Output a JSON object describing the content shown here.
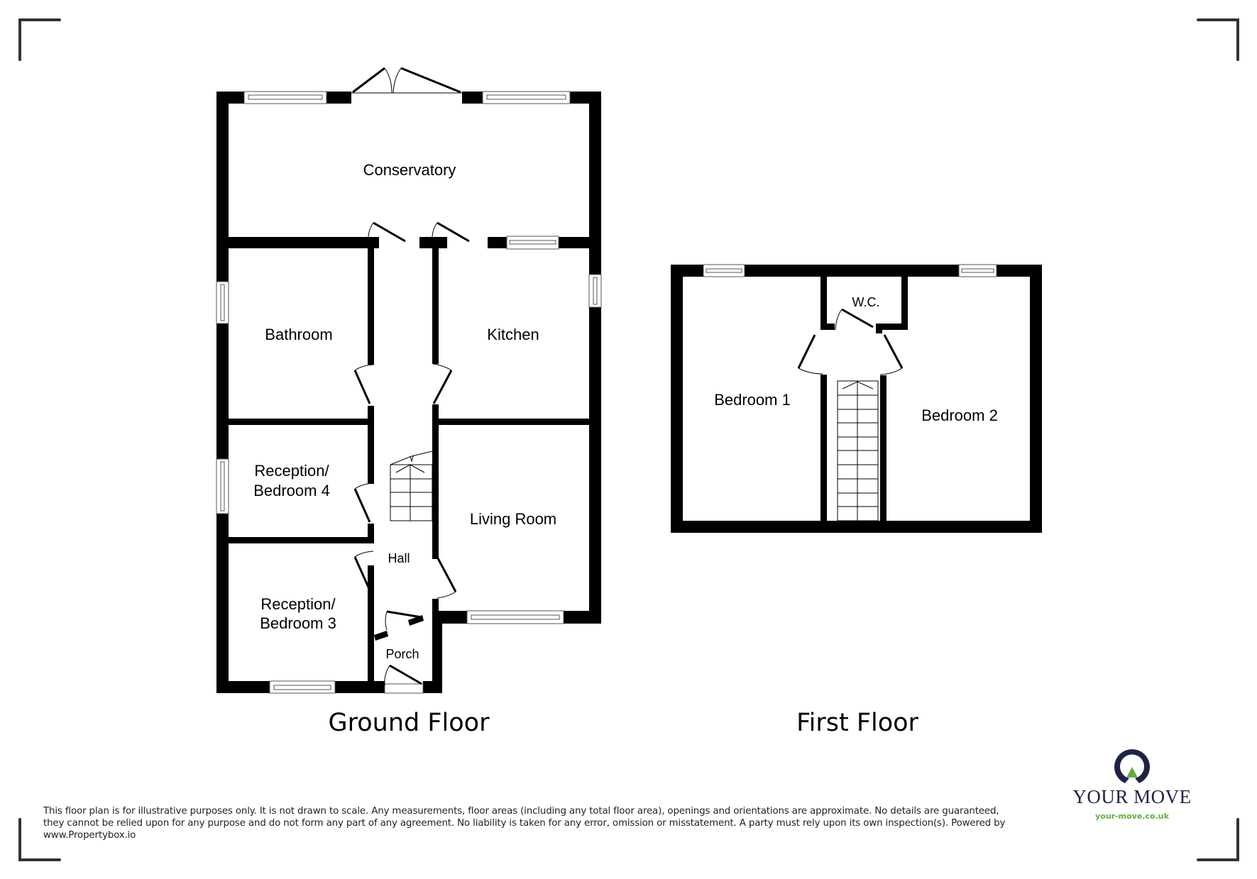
{
  "ground_floor": {
    "title": "Ground Floor",
    "rooms": {
      "conservatory": "Conservatory",
      "bathroom": "Bathroom",
      "kitchen": "Kitchen",
      "reception_bedroom4_line1": "Reception/",
      "reception_bedroom4_line2": "Bedroom 4",
      "living_room": "Living Room",
      "hall": "Hall",
      "reception_bedroom3_line1": "Reception/",
      "reception_bedroom3_line2": "Bedroom 3",
      "porch": "Porch"
    }
  },
  "first_floor": {
    "title": "First Floor",
    "rooms": {
      "bedroom1": "Bedroom 1",
      "bedroom2": "Bedroom 2",
      "wc": "W.C."
    }
  },
  "disclaimer": "This floor plan is for illustrative purposes only. It is not drawn to scale. Any measurements, floor areas (including any total floor area), openings and orientations are approximate. No details are guaranteed, they cannot be relied upon for any purpose and do not form any part of any agreement. No liability is taken for any error, omission or misstatement. A party must rely upon its own inspection(s). Powered by www.Propertybox.io",
  "logo": {
    "name": "YOUR MOVE",
    "url": "your-move.co.uk",
    "icon": "location-ring-icon",
    "colors": {
      "navy": "#1e2346",
      "green": "#5fae3a"
    }
  },
  "colors": {
    "wall": "#000000",
    "corner_marks": "#333333",
    "window_outline": "#555555"
  }
}
